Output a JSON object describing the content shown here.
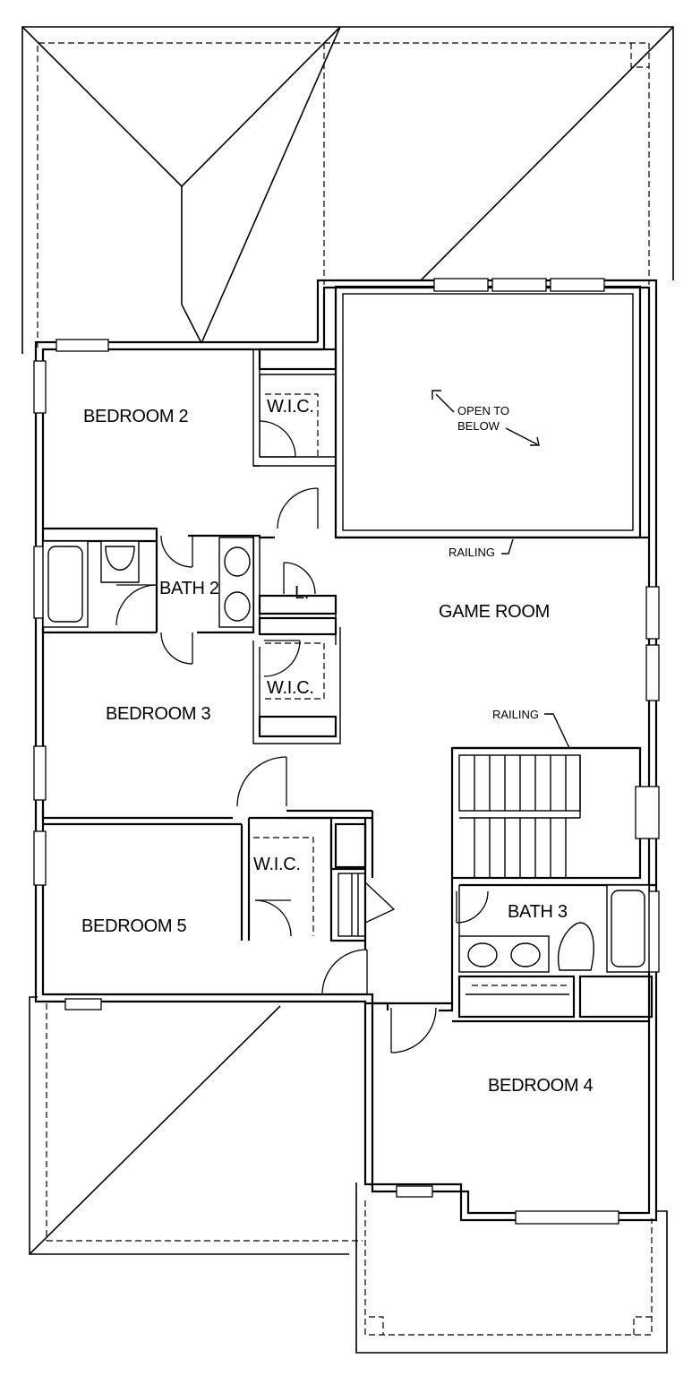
{
  "rooms": {
    "bedroom2": "BEDROOM 2",
    "bedroom3": "BEDROOM 3",
    "bedroom4": "BEDROOM 4",
    "bedroom5": "BEDROOM 5",
    "bath2": "BATH 2",
    "bath3": "BATH 3",
    "game_room": "GAME ROOM",
    "wic1": "W.I.C.",
    "wic2": "W.I.C.",
    "wic3": "W.I.C.",
    "linen": "L."
  },
  "notes": {
    "open_line1": "OPEN TO",
    "open_line2": "BELOW",
    "railing_top": "RAILING",
    "railing_stair": "RAILING"
  }
}
